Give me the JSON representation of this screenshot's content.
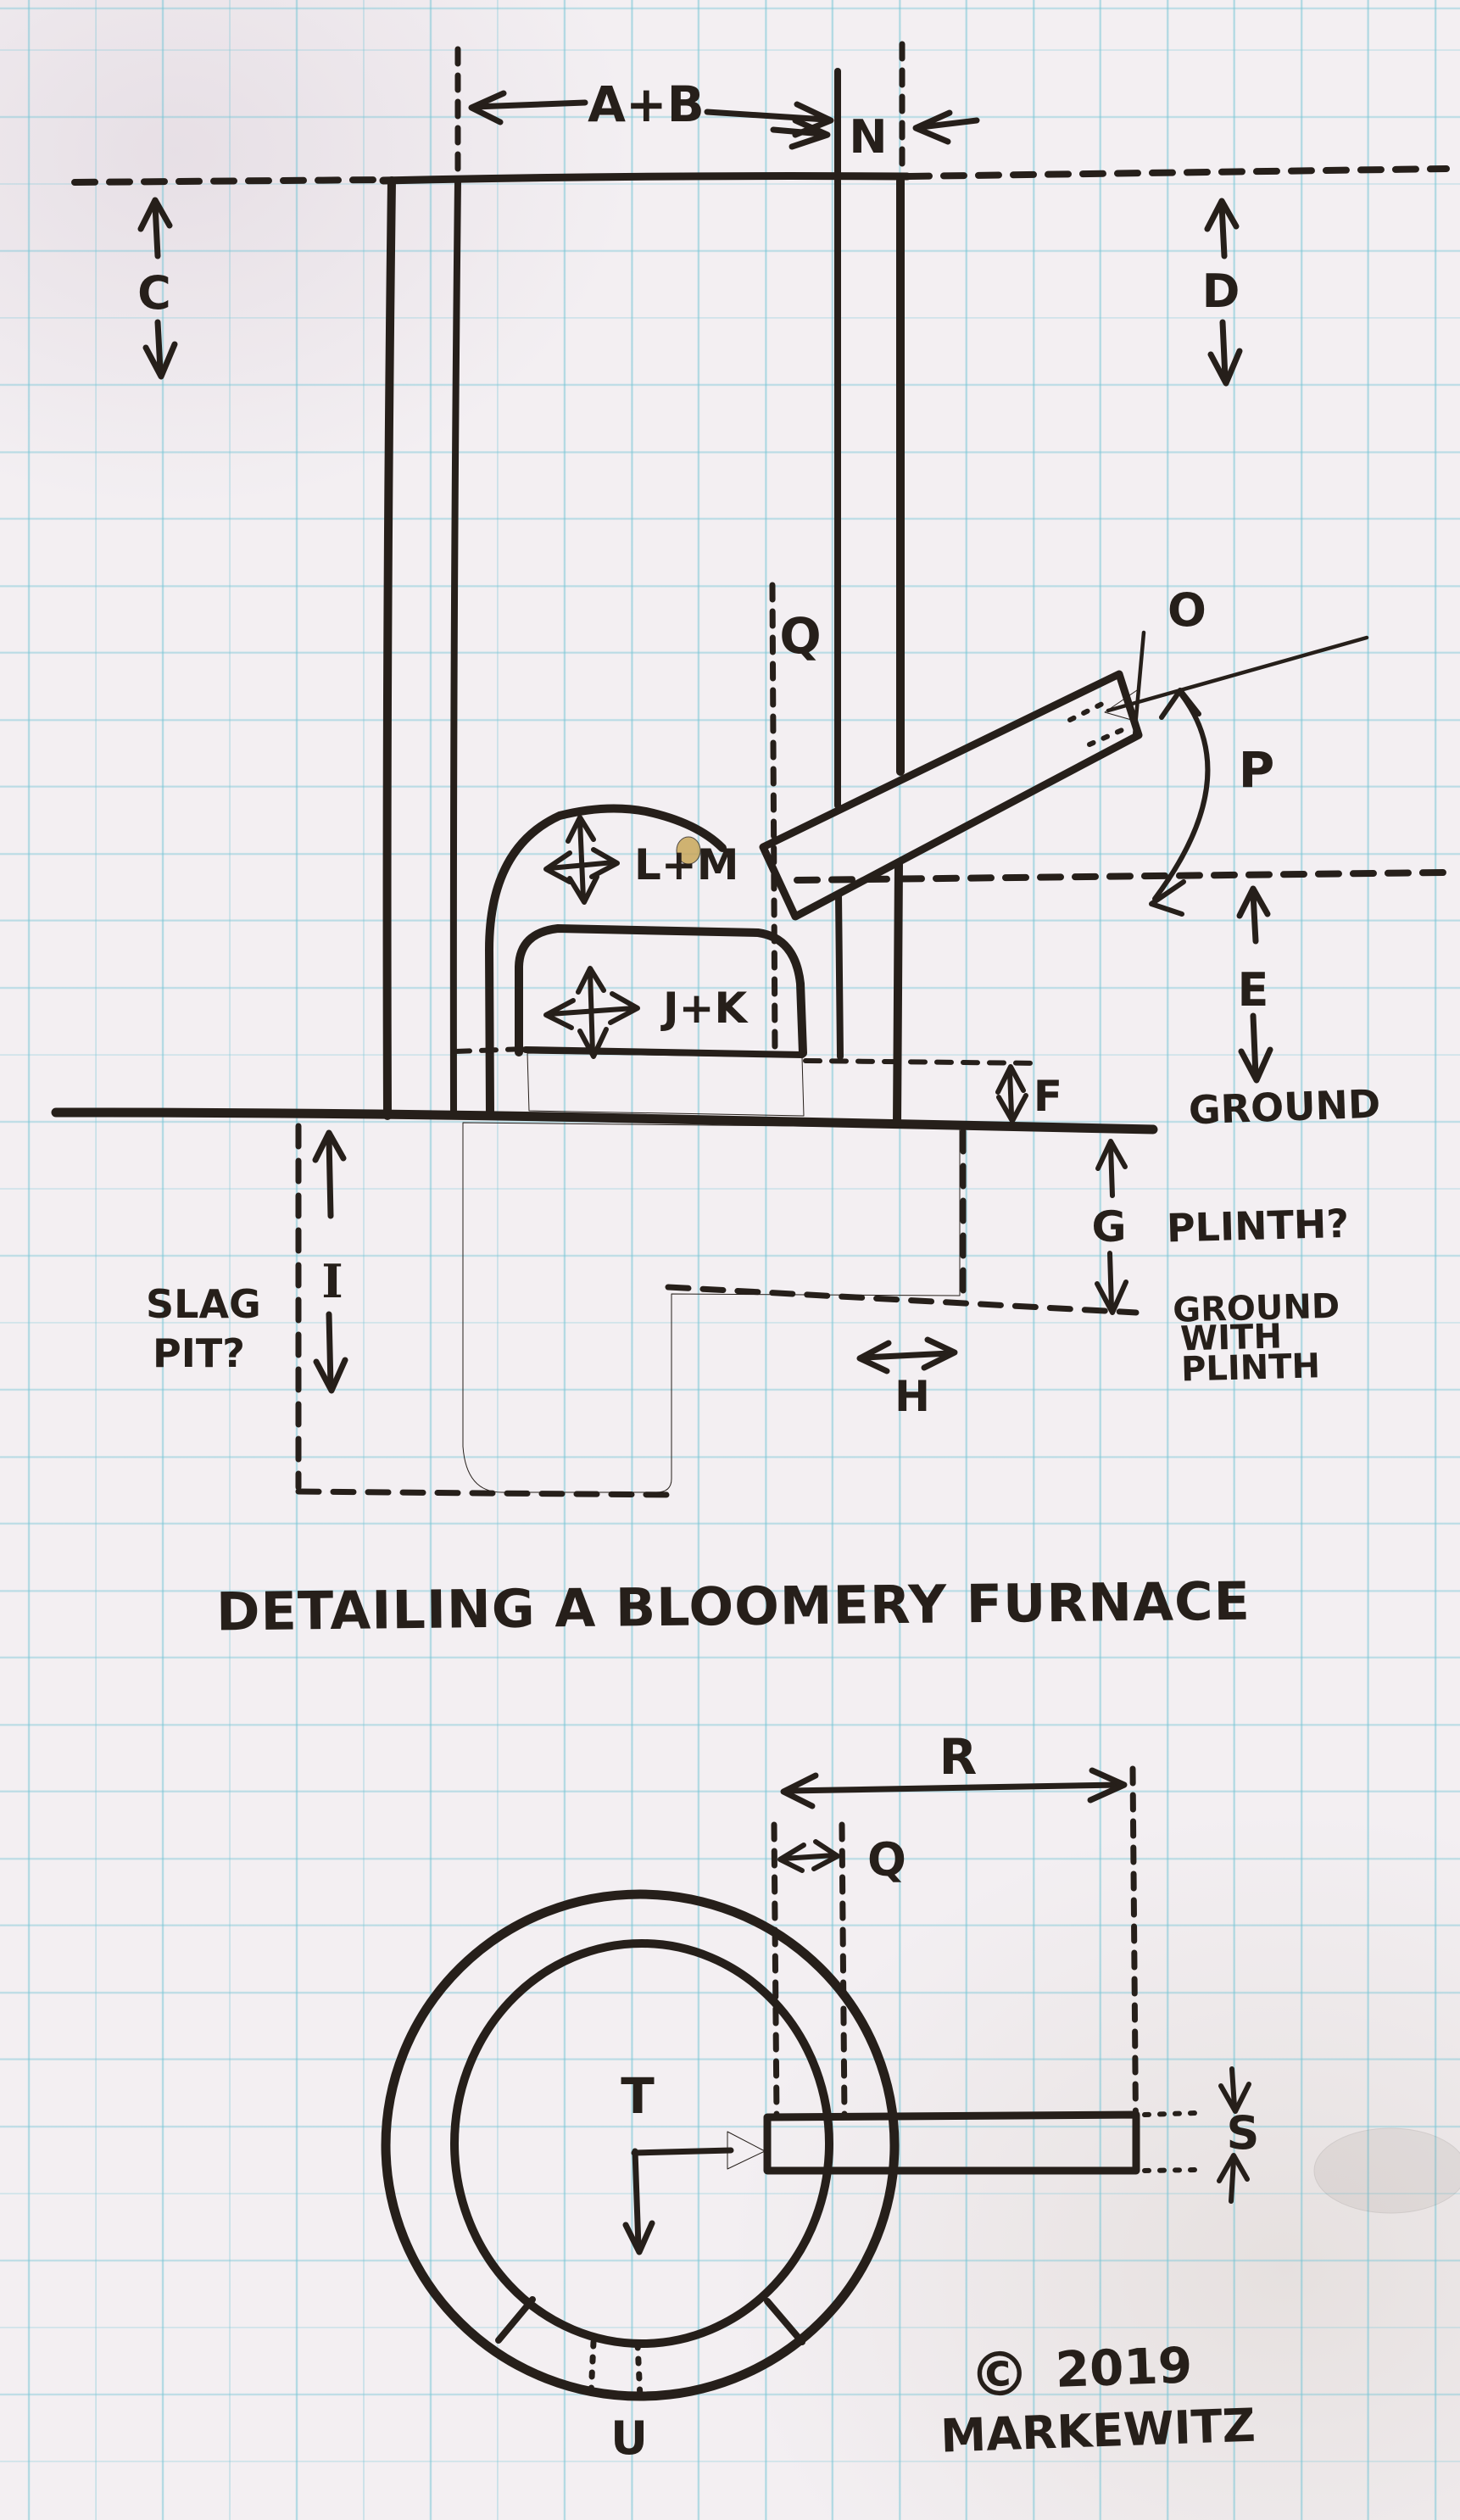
{
  "page": {
    "title": "DETAILING A BLOOMERY FURNACE"
  },
  "credit": {
    "symbol": "©",
    "year": "2019",
    "name": "MARKEWITZ"
  },
  "colors": {
    "ink": "#261f1a",
    "paper": "#f3eff2",
    "grid": "#76c5d5"
  },
  "cross_section": {
    "labels": {
      "ab": "A+B",
      "n": "N",
      "c": "C",
      "d": "D",
      "q": "Q",
      "o": "O",
      "p": "P",
      "lm": "L+M",
      "jk": "J+K",
      "e": "E",
      "f": "F",
      "g": "G",
      "h": "H",
      "i": "I"
    },
    "annotations": {
      "ground": "GROUND",
      "plinth": "PLINTH?",
      "slag_pit": [
        "SLAG",
        "PIT?"
      ],
      "ground_with_plinth": [
        "GROUND",
        "WITH",
        "PLINTH"
      ]
    }
  },
  "plan_view": {
    "labels": {
      "r": "R",
      "q": "Q",
      "s": "S",
      "t": "T",
      "u": "U"
    }
  }
}
